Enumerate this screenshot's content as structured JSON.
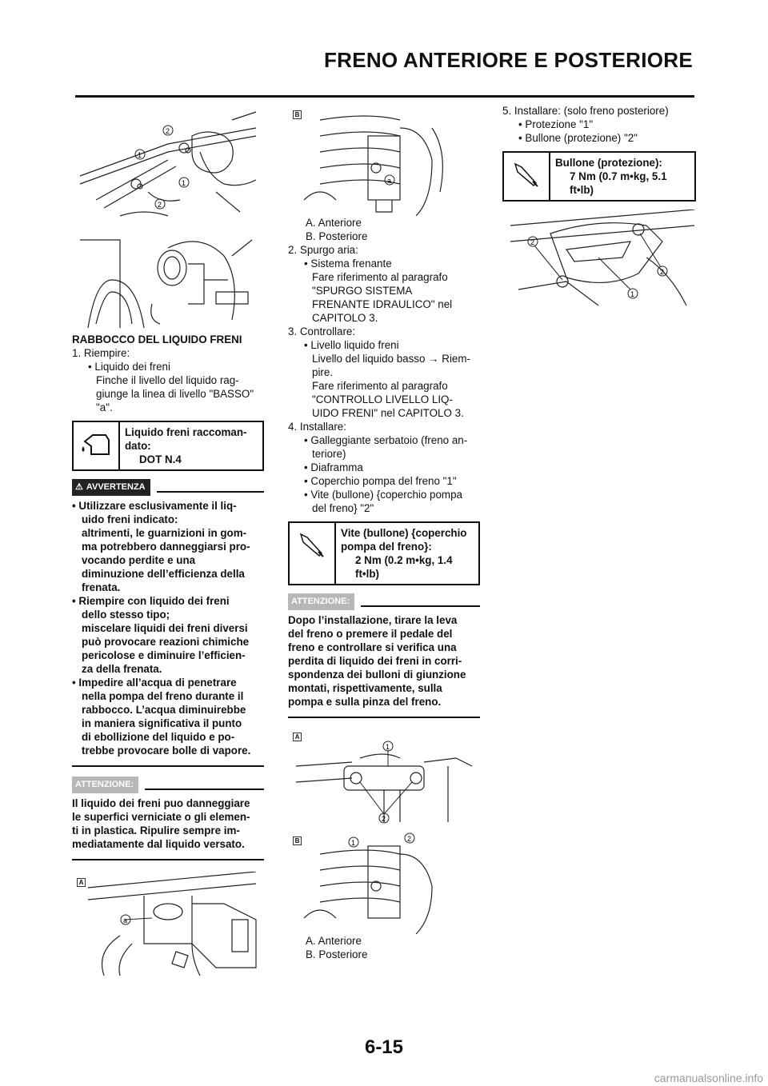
{
  "header": {
    "title": "FRENO ANTERIORE E POSTERIORE"
  },
  "col1": {
    "section_title": "RABBOCCO DEL LIQUIDO FRENI",
    "step1_label": "1. Riempire:",
    "step1_bullet": "• Liquido dei freni",
    "step1_text_1": "Finche il livello del liquido rag-",
    "step1_text_2": "giunge la linea di livello \"BASSO\"",
    "step1_text_3": "\"a\".",
    "spec_box_line1": "Liquido freni raccoman-",
    "spec_box_line2": "dato:",
    "spec_box_value": "DOT N.4",
    "warning_label": "AVVERTENZA",
    "warning_lines": [
      "• Utilizzare esclusivamente il liq-",
      "uido freni indicato:",
      "altrimenti, le guarnizioni in gom-",
      "ma potrebbero danneggiarsi pro-",
      "vocando perdite e una",
      "diminuzione dell’efficienza della",
      "frenata.",
      "• Riempire con liquido dei freni",
      "dello stesso tipo;",
      "miscelare liquidi dei freni diversi",
      "può provocare reazioni chimiche",
      "pericolose e diminuire l’efficien-",
      "za della frenata.",
      "• Impedire all’acqua di penetrare",
      "nella pompa del freno durante il",
      "rabbocco. L’acqua diminuirebbe",
      "in maniera significativa il punto",
      "di ebollizione del liquido e po-",
      "trebbe provocare bolle di vapore."
    ],
    "attention_label": "ATTENZIONE:",
    "attention_lines": [
      "Il liquido dei freni puo danneggiare",
      "le superfici verniciate o gli elemen-",
      "ti in plastica. Ripulire sempre im-",
      "mediatamente dal liquido versato."
    ],
    "fig_tag": "A",
    "callout_a": "a",
    "callout_1": "1",
    "callout_2": "2"
  },
  "col2": {
    "fig_tag_b": "B",
    "fig_tag_a": "A",
    "callout_a": "a",
    "callout_1": "1",
    "callout_2": "2",
    "caption_a": "A. Anteriore",
    "caption_b": "B. Posteriore",
    "step2_label": "2. Spurgo aria:",
    "step2_bullet": "• Sistema frenante",
    "step2_text": [
      "Fare riferimento al paragrafo",
      "\"SPURGO SISTEMA",
      "FRENANTE IDRAULICO\" nel",
      "CAPITOLO 3."
    ],
    "step3_label": "3. Controllare:",
    "step3_bullet": "• Livello liquido freni",
    "step3_text": [
      "Livello del liquido basso → Riem-",
      "pire.",
      "Fare riferimento al paragrafo",
      "\"CONTROLLO LIVELLO LIQ-",
      "UIDO FRENI\" nel CAPITOLO 3."
    ],
    "step4_label": "4. Installare:",
    "step4_bullets": [
      "• Galleggiante serbatoio (freno an-",
      "teriore)",
      "• Diaframma",
      "• Coperchio pompa del freno \"1\"",
      "• Vite (bullone) {coperchio pompa",
      "del freno} \"2\""
    ],
    "spec_box_line1": "Vite (bullone) {coperchio",
    "spec_box_line2": "pompa del freno}:",
    "spec_box_value1": "2 Nm (0.2 m•kg, 1.4",
    "spec_box_value2": "ft•lb)",
    "attention_label": "ATTENZIONE:",
    "attention_lines": [
      "Dopo l’installazione, tirare la leva",
      "del freno o premere il pedale del",
      "freno e controllare si verifica una",
      "perdita di liquido dei freni in corri-",
      "spondenza dei bulloni di giunzione",
      "montati, rispettivamente, sulla",
      "pompa e sulla pinza del freno."
    ],
    "caption2_a": "A. Anteriore",
    "caption2_b": "B. Posteriore"
  },
  "col3": {
    "step5_label": "5. Installare: (solo freno posteriore)",
    "step5_bullets": [
      "• Protezione \"1\"",
      "• Bullone (protezione) \"2\""
    ],
    "spec_box_line1": "Bullone (protezione):",
    "spec_box_value1": "7 Nm (0.7 m•kg, 5.1",
    "spec_box_value2": "ft•lb)",
    "callout_1": "1",
    "callout_2": "2"
  },
  "page_number": "6-15",
  "footer": "carmanualsonline.info"
}
